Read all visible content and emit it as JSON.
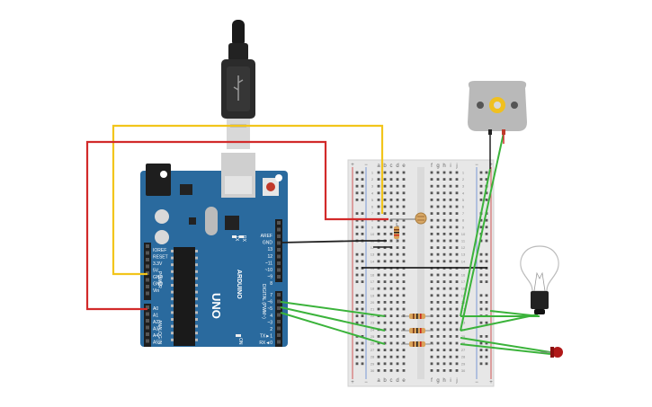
{
  "board": {
    "brand": "ARDUINO",
    "model": "UNO",
    "power_title": "POWER",
    "analog_title": "ANALOG IN",
    "digital_title": "DIGITAL (PWM~)",
    "tx_label": "TX",
    "rx_label": "RX",
    "on_label": "ON",
    "l_label": "L",
    "power_pins": [
      "IOREF",
      "RESET",
      "3.3V",
      "5V",
      "GND",
      "GND",
      "Vin"
    ],
    "analog_pins": [
      "A0",
      "A1",
      "A2",
      "A3",
      "A4",
      "A5"
    ],
    "digital_pins_top": [
      "AREF",
      "GND",
      "13",
      "12",
      "~11",
      "~10",
      "~9",
      "8"
    ],
    "digital_pins_bottom": [
      "7",
      "~6",
      "~5",
      "4",
      "~3",
      "2",
      "TX►1",
      "RX◄0"
    ]
  },
  "breadboard": {
    "columns_left": [
      "a",
      "b",
      "c",
      "d",
      "e"
    ],
    "columns_right": [
      "f",
      "g",
      "h",
      "i",
      "j"
    ],
    "rail_plus": "+",
    "rail_minus": "−",
    "row_numbers": [
      "1",
      "2",
      "3",
      "4",
      "5",
      "6",
      "7",
      "8",
      "9",
      "10",
      "11",
      "12",
      "13",
      "14",
      "15",
      "16",
      "17",
      "18",
      "19",
      "20",
      "21",
      "22",
      "23",
      "24",
      "25",
      "26",
      "27",
      "28",
      "29",
      "30"
    ]
  },
  "colors": {
    "board": "#2a6a9e",
    "board_dark": "#1d4f78",
    "wire_yellow": "#f2c51b",
    "wire_red": "#d22a2a",
    "wire_black": "#222222",
    "wire_green": "#3bb33b",
    "led_red": "#b01818"
  },
  "components": [
    "usb-cable",
    "arduino-uno",
    "breadboard",
    "photoresistor",
    "resistors",
    "dc-motor",
    "light-bulb",
    "red-led"
  ]
}
